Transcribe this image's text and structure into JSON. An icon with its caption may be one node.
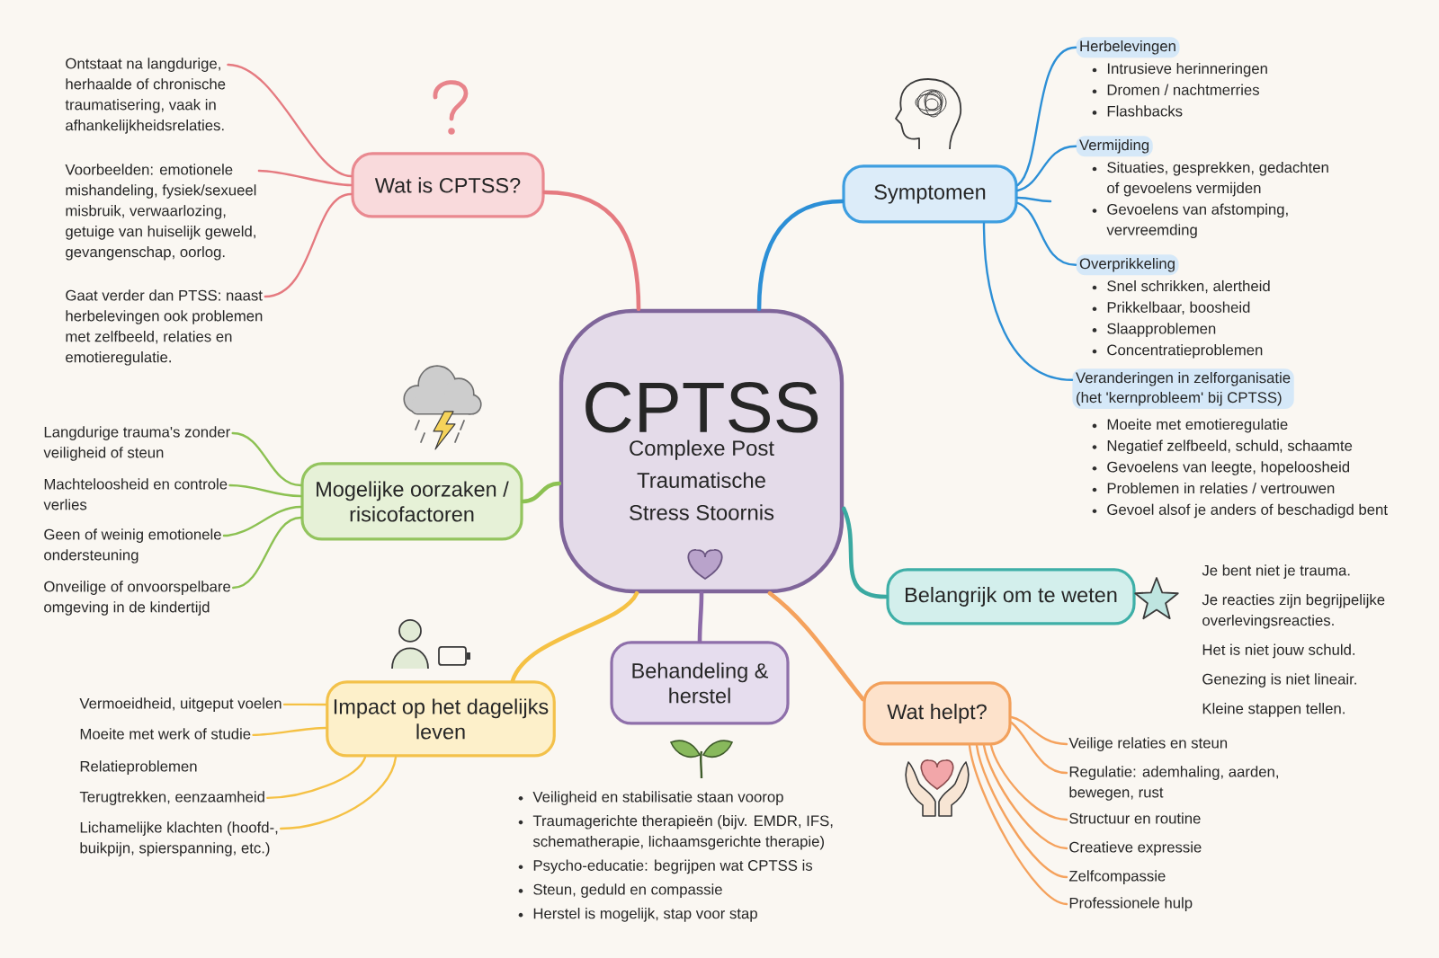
{
  "diagram": {
    "nodes": [
      {
        "text": [
          "CPTSS",
          "Complexe Post Traumatische Stress Stoornis"
        ]
      },
      {
        "text": [
          "Wat is CPTSS?"
        ]
      },
      {
        "text": [
          "Ontstaat na langdurige, herhaalde of chronische traumatisering, vaak in afhankelijkheidsrelaties."
        ]
      },
      {
        "text": [
          "Voorbeelden: emotionele mishandeling, fysiek/sexueel misbruik, verwaarlozing, getuige van huiselijk geweld, gevangenschap, oorlog."
        ]
      },
      {
        "text": [
          "Gaat verder dan PTSS: naast herbelevingen ook problemen met zelfbeeld, relaties en emotieregulatie."
        ]
      },
      {
        "text": [
          "Symptomen"
        ]
      },
      {
        "text": [
          "Herbelevingen"
        ],
        "beside": [
          "Intrusieve herinneringen",
          "Dromen / nachtmerries",
          "Flashbacks"
        ]
      },
      {
        "text": [
          "Vermijding"
        ],
        "beside": [
          "Situaties, gesprekken, gedachten of gevoelens vermijden",
          "Gevoelens van afstomping, vervreemding"
        ]
      },
      {
        "text": [
          "Overprikkeling"
        ],
        "beside": [
          "Snel schrikken, alertheid",
          "Prikkelbaar, boosheid",
          "Slaapproblemen",
          "Concentratieproblemen"
        ]
      },
      {
        "text": [
          "Veranderingen in zelforganisatie (het 'kernprobleem' bij CPTSS)"
        ],
        "beside": [
          "Moeite met emotieregulatie",
          "Negatief zelfbeeld, schuld, schaamte",
          "Gevoelens van leegte, hopeloosheid",
          "Problemen in relaties / vertrouwen",
          "Gevoel alsof je anders of beschadigd bent"
        ]
      },
      {
        "text": [
          "Mogelijke oorzaken / risicofactoren"
        ]
      },
      {
        "text": [
          "Langdurige trauma's zonder veiligheid of steun"
        ]
      },
      {
        "text": [
          "Machteloosheid en controle verlies"
        ]
      },
      {
        "text": [
          "Geen of weinig emotionele ondersteuning"
        ]
      },
      {
        "text": [
          "Onveilige of onvoorspelbare omgeving in de kindertijd"
        ]
      },
      {
        "text": [
          "Belangrijk om te weten"
        ],
        "beside": [
          "Je bent niet je trauma.",
          "Je reacties zijn begrijpelijke overlevingsreacties.",
          "Het is niet jouw schuld.",
          "Genezing is niet lineair.",
          "Kleine stappen tellen."
        ]
      },
      {
        "text": [
          "Impact op het dagelijks leven"
        ]
      },
      {
        "text": [
          "Vermoeidheid, uitgeput voelen"
        ]
      },
      {
        "text": [
          "Moeite met werk of studie"
        ]
      },
      {
        "text": [
          "Terugtrekken, eenzaamheid"
        ]
      },
      {
        "text": [
          "Lichamelijke klachten (hoofd-, buikpijn, spierspanning, etc.)"
        ]
      },
      {
        "text": [
          "Behandeling & herstel"
        ],
        "beside": [
          "Veiligheid en stabilisatie staan voorop",
          "Traumagerichte therapieën (bijv. EMDR, IFS, schematherapie, lichaamsgerichte therapie)",
          "Psycho-educatie: begrijpen wat CPTSS is",
          "Steun, geduld en compassie",
          "Herstel is mogelijk, stap voor stap"
        ]
      },
      {
        "text": [
          "Wat helpt?"
        ]
      },
      {
        "text": [
          "Veilige relaties en steun"
        ]
      },
      {
        "text": [
          "Regulatie: ademhaling, aarden, bewegen, rust"
        ]
      },
      {
        "text": [
          "Structuur en routine"
        ]
      },
      {
        "text": [
          "Creatieve expressie"
        ]
      },
      {
        "text": [
          "Zelfcompassie"
        ]
      },
      {
        "text": [
          "Professionele hulp"
        ]
      }
    ],
    "edges": [
      {
        "from": 0,
        "to": 1,
        "arrow": "none",
        "color": "#e57a80"
      },
      {
        "from": 1,
        "to": 2,
        "arrow": "none",
        "color": "#e57a80"
      },
      {
        "from": 1,
        "to": 3,
        "arrow": "none",
        "color": "#e57a80"
      },
      {
        "from": 1,
        "to": 4,
        "arrow": "none",
        "color": "#e57a80"
      },
      {
        "from": 0,
        "to": 5,
        "arrow": "none",
        "color": "#2c8fd6"
      },
      {
        "from": 5,
        "to": 6,
        "arrow": "none",
        "color": "#2c8fd6"
      },
      {
        "from": 5,
        "to": 7,
        "arrow": "none",
        "color": "#2c8fd6"
      },
      {
        "from": 5,
        "to": null,
        "arrow": "none",
        "color": "#2c8fd6"
      },
      {
        "from": 5,
        "to": 8,
        "arrow": "none",
        "color": "#2c8fd6"
      },
      {
        "from": 5,
        "to": 9,
        "arrow": "none",
        "color": "#2c8fd6"
      },
      {
        "from": 0,
        "to": 10,
        "arrow": "none",
        "color": "#8cc152"
      },
      {
        "from": 10,
        "to": 11,
        "arrow": "none",
        "color": "#8cc152"
      },
      {
        "from": 10,
        "to": 12,
        "arrow": "none",
        "color": "#8cc152"
      },
      {
        "from": 10,
        "to": 13,
        "arrow": "none",
        "color": "#8cc152"
      },
      {
        "from": 10,
        "to": 14,
        "arrow": "none",
        "color": "#8cc152"
      },
      {
        "from": 0,
        "to": 15,
        "arrow": "none",
        "color": "#3aa9a1"
      },
      {
        "from": 0,
        "to": 16,
        "arrow": "none",
        "color": "#f5c144"
      },
      {
        "from": 16,
        "to": 17,
        "arrow": "none",
        "color": "#f5c144"
      },
      {
        "from": 16,
        "to": 18,
        "arrow": "none",
        "color": "#f5c144"
      },
      {
        "from": 16,
        "to": 19,
        "arrow": "none",
        "color": "#f5c144"
      },
      {
        "from": 16,
        "to": 20,
        "arrow": "none",
        "color": "#f5c144"
      },
      {
        "from": 0,
        "to": 21,
        "arrow": "none",
        "color": "#8c6aa8"
      },
      {
        "from": 0,
        "to": 22,
        "arrow": "none",
        "color": "#f5a25d"
      },
      {
        "from": 22,
        "to": 23,
        "arrow": "none",
        "color": "#f5a25d"
      },
      {
        "from": 22,
        "to": 24,
        "arrow": "none",
        "color": "#f5a25d"
      },
      {
        "from": 22,
        "to": 25,
        "arrow": "none",
        "color": "#f5a25d"
      },
      {
        "from": 22,
        "to": 26,
        "arrow": "none",
        "color": "#f5a25d"
      },
      {
        "from": 22,
        "to": 27,
        "arrow": "none",
        "color": "#f5a25d"
      },
      {
        "from": 22,
        "to": 28,
        "arrow": "none",
        "color": "#f5a25d"
      }
    ],
    "labels": [
      "Relatieproblemen"
    ]
  }
}
